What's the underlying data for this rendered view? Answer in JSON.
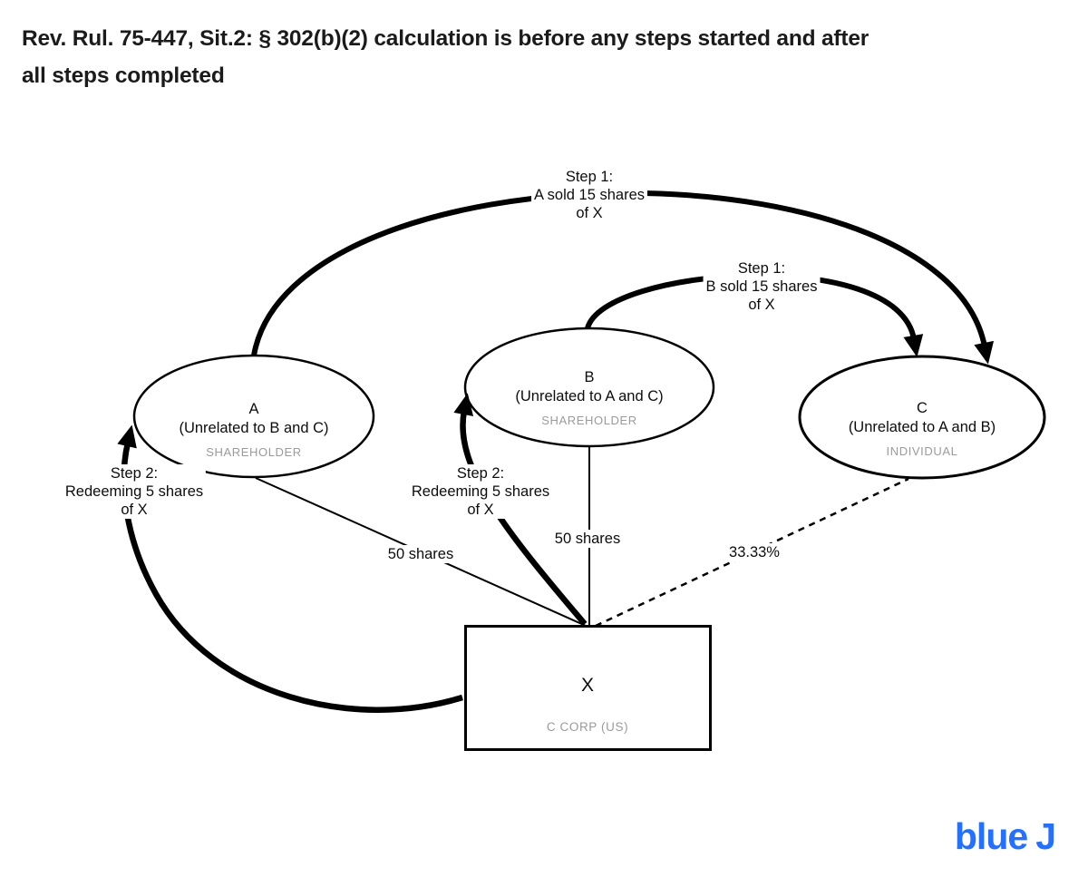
{
  "title": {
    "line1": "Rev. Rul. 75-447, Sit.2: § 302(b)(2) calculation is before any steps started and after",
    "line2": "all steps completed"
  },
  "nodes": {
    "a": {
      "name": "A",
      "subtitle": "(Unrelated to B and C)",
      "role": "SHAREHOLDER"
    },
    "b": {
      "name": "B",
      "subtitle": "(Unrelated to A and C)",
      "role": "SHAREHOLDER"
    },
    "c": {
      "name": "C",
      "subtitle": "(Unrelated to A and B)",
      "role": "INDIVIDUAL"
    },
    "x": {
      "name": "X",
      "role": "C CORP (US)"
    }
  },
  "edges": {
    "step1_a_to_c": "Step 1:\nA sold 15 shares\nof X",
    "step1_b_to_c": "Step 1:\nB sold 15 shares\nof X",
    "step2_x_to_a": "Step 2:\nRedeeming 5 shares\nof X",
    "step2_x_to_b": "Step 2:\nRedeeming 5 shares\nof X",
    "a_holding": "50 shares",
    "b_holding": "50 shares",
    "c_ownership": "33.33%"
  },
  "logo": {
    "word": "blue",
    "letter": "J",
    "color": "#2470ff"
  },
  "colors": {
    "line": "#000000",
    "muted_label": "#9b9b9b",
    "title_text": "#1b1b1b"
  }
}
